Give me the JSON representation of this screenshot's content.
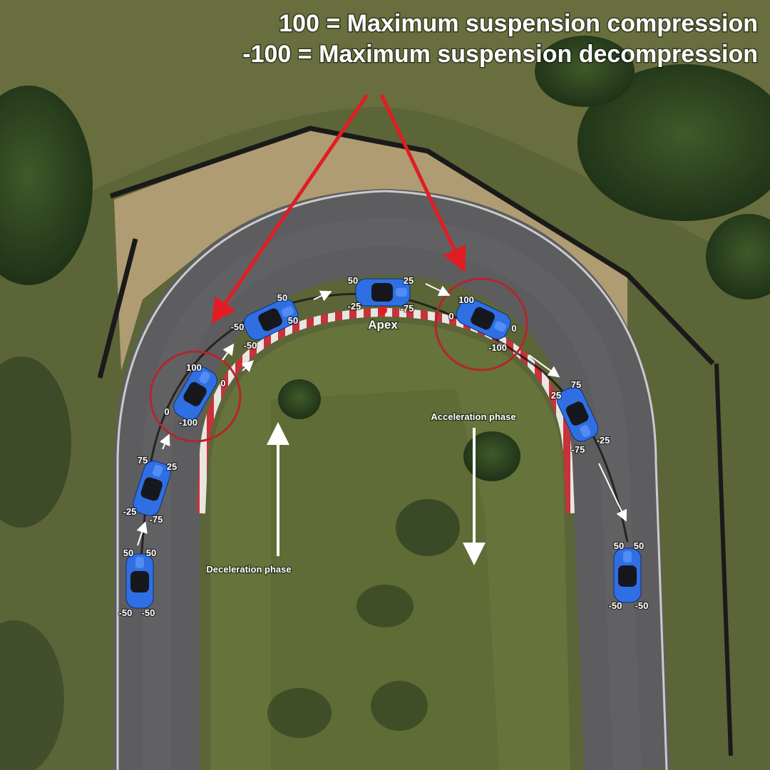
{
  "legend": {
    "line1": "100 = Maximum suspension compression",
    "line2": "-100 = Maximum suspension decompression"
  },
  "labels": {
    "apex": "Apex",
    "deceleration": "Deceleration phase",
    "acceleration": "Acceleration phase"
  },
  "colors": {
    "car": "#2f6fe3",
    "highlight_arrow": "#e11d23",
    "asphalt": "#5d5d5f",
    "grass": "#6f7a3e",
    "kerb_red": "#c8323a"
  },
  "cars": [
    {
      "id": "car-1",
      "suspension": [
        "50",
        "50",
        "-50",
        "-50"
      ]
    },
    {
      "id": "car-2",
      "suspension": [
        "75",
        "25",
        "-25",
        "-75"
      ]
    },
    {
      "id": "car-3",
      "suspension": [
        "100",
        "0",
        "0",
        "-100"
      ]
    },
    {
      "id": "car-4",
      "suspension": [
        "50",
        "-50",
        "50",
        "-50"
      ]
    },
    {
      "id": "car-5",
      "suspension": [
        "50",
        "25",
        "-25",
        "-75"
      ]
    },
    {
      "id": "car-6",
      "suspension": [
        "100",
        "0",
        "0",
        "-100"
      ]
    },
    {
      "id": "car-7",
      "suspension": [
        "25",
        "75",
        "-75",
        "-25"
      ]
    },
    {
      "id": "car-8",
      "suspension": [
        "50",
        "50",
        "-50",
        "-50"
      ]
    }
  ]
}
